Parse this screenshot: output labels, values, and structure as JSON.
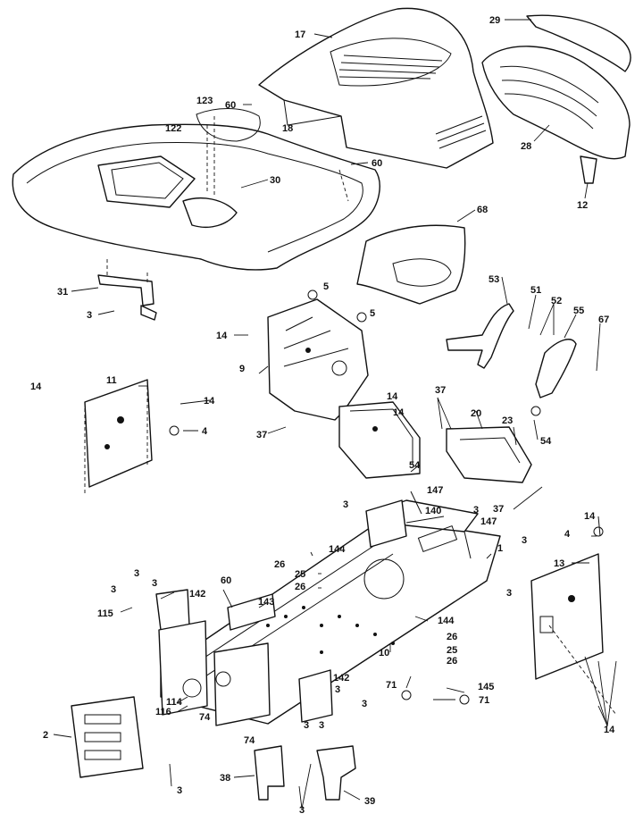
{
  "diagram": {
    "callouts": [
      {
        "id": "c-17",
        "text": "17"
      },
      {
        "id": "c-29",
        "text": "29"
      },
      {
        "id": "c-123",
        "text": "123"
      },
      {
        "id": "c-122",
        "text": "122"
      },
      {
        "id": "c-60a",
        "text": "60"
      },
      {
        "id": "c-18",
        "text": "18"
      },
      {
        "id": "c-60b",
        "text": "60"
      },
      {
        "id": "c-30",
        "text": "30"
      },
      {
        "id": "c-28",
        "text": "28"
      },
      {
        "id": "c-12",
        "text": "12"
      },
      {
        "id": "c-68",
        "text": "68"
      },
      {
        "id": "c-31",
        "text": "31"
      },
      {
        "id": "c-3a",
        "text": "3"
      },
      {
        "id": "c-5a",
        "text": "5"
      },
      {
        "id": "c-5b",
        "text": "5"
      },
      {
        "id": "c-53",
        "text": "53"
      },
      {
        "id": "c-51",
        "text": "51"
      },
      {
        "id": "c-52",
        "text": "52"
      },
      {
        "id": "c-55",
        "text": "55"
      },
      {
        "id": "c-67",
        "text": "67"
      },
      {
        "id": "c-14a",
        "text": "14"
      },
      {
        "id": "c-9",
        "text": "9"
      },
      {
        "id": "c-11",
        "text": "11"
      },
      {
        "id": "c-14b",
        "text": "14"
      },
      {
        "id": "c-14c",
        "text": "14"
      },
      {
        "id": "c-4a",
        "text": "4"
      },
      {
        "id": "c-14d",
        "text": "14"
      },
      {
        "id": "c-14e",
        "text": "14"
      },
      {
        "id": "c-37a",
        "text": "37"
      },
      {
        "id": "c-37b",
        "text": "37"
      },
      {
        "id": "c-20",
        "text": "20"
      },
      {
        "id": "c-23",
        "text": "23"
      },
      {
        "id": "c-54a",
        "text": "54"
      },
      {
        "id": "c-54b",
        "text": "54"
      },
      {
        "id": "c-147a",
        "text": "147"
      },
      {
        "id": "c-3b",
        "text": "3"
      },
      {
        "id": "c-3c",
        "text": "3"
      },
      {
        "id": "c-140",
        "text": "140"
      },
      {
        "id": "c-37c",
        "text": "37"
      },
      {
        "id": "c-147b",
        "text": "147"
      },
      {
        "id": "c-3d",
        "text": "3"
      },
      {
        "id": "c-1",
        "text": "1"
      },
      {
        "id": "c-14f",
        "text": "14"
      },
      {
        "id": "c-4b",
        "text": "4"
      },
      {
        "id": "c-26a",
        "text": "26"
      },
      {
        "id": "c-144a",
        "text": "144"
      },
      {
        "id": "c-25a",
        "text": "25"
      },
      {
        "id": "c-26b",
        "text": "26"
      },
      {
        "id": "c-13",
        "text": "13"
      },
      {
        "id": "c-3e",
        "text": "3"
      },
      {
        "id": "c-3f",
        "text": "3"
      },
      {
        "id": "c-60c",
        "text": "60"
      },
      {
        "id": "c-3g",
        "text": "3"
      },
      {
        "id": "c-142a",
        "text": "142"
      },
      {
        "id": "c-143",
        "text": "143"
      },
      {
        "id": "c-115",
        "text": "115"
      },
      {
        "id": "c-3h",
        "text": "3"
      },
      {
        "id": "c-144b",
        "text": "144"
      },
      {
        "id": "c-26c",
        "text": "26"
      },
      {
        "id": "c-10",
        "text": "10"
      },
      {
        "id": "c-25b",
        "text": "25"
      },
      {
        "id": "c-26d",
        "text": "26"
      },
      {
        "id": "c-142b",
        "text": "142"
      },
      {
        "id": "c-71a",
        "text": "71"
      },
      {
        "id": "c-145",
        "text": "145"
      },
      {
        "id": "c-71b",
        "text": "71"
      },
      {
        "id": "c-114",
        "text": "114"
      },
      {
        "id": "c-3i",
        "text": "3"
      },
      {
        "id": "c-116",
        "text": "116"
      },
      {
        "id": "c-74a",
        "text": "74"
      },
      {
        "id": "c-3j",
        "text": "3"
      },
      {
        "id": "c-3k",
        "text": "3"
      },
      {
        "id": "c-3l",
        "text": "3"
      },
      {
        "id": "c-14g",
        "text": "14"
      },
      {
        "id": "c-74b",
        "text": "74"
      },
      {
        "id": "c-2",
        "text": "2"
      },
      {
        "id": "c-3m",
        "text": "3"
      },
      {
        "id": "c-38",
        "text": "38"
      },
      {
        "id": "c-39",
        "text": "39"
      },
      {
        "id": "c-3n",
        "text": "3"
      }
    ]
  }
}
